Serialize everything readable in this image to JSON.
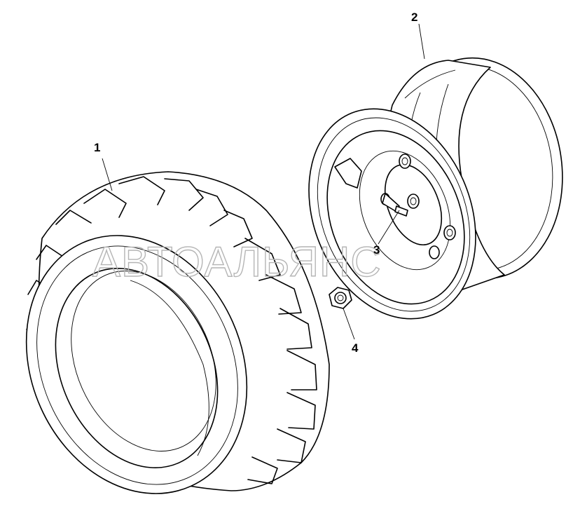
{
  "callouts": {
    "tire": "1",
    "rim": "2",
    "stud": "3",
    "nut": "4"
  },
  "watermark": "АВТОАЛЬЯНС"
}
